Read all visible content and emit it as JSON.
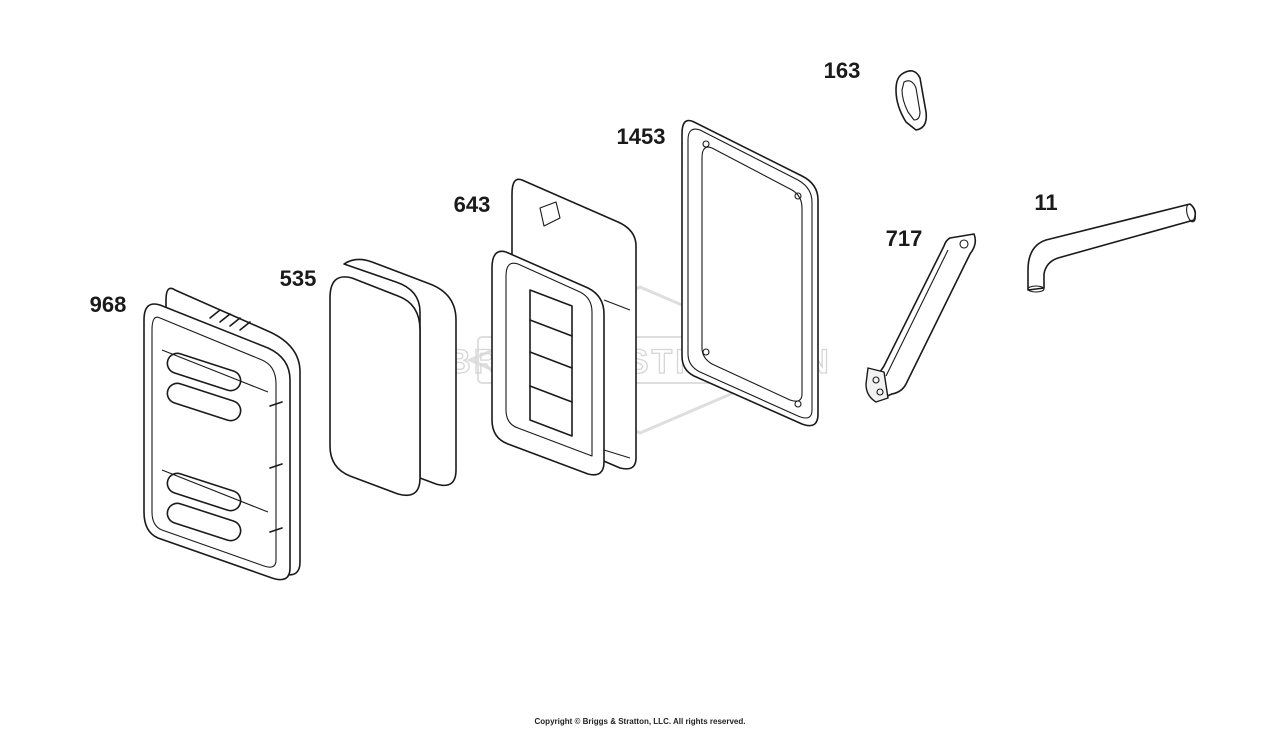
{
  "parts": [
    {
      "id": "968",
      "label": "968",
      "name": "air cleaner cover"
    },
    {
      "id": "535",
      "label": "535",
      "name": "air filter foam pre-cleaner"
    },
    {
      "id": "643",
      "label": "643",
      "name": "air cleaner base"
    },
    {
      "id": "1453",
      "label": "1453",
      "name": "gasket"
    },
    {
      "id": "163",
      "label": "163",
      "name": "grommet"
    },
    {
      "id": "717",
      "label": "717",
      "name": "bracket"
    },
    {
      "id": "11",
      "label": "11",
      "name": "breather tube"
    }
  ],
  "watermark": {
    "text": "BRIGGS&STRATTON"
  },
  "footer": {
    "copyright": "Copyright © Briggs & Stratton, LLC. All rights reserved."
  }
}
